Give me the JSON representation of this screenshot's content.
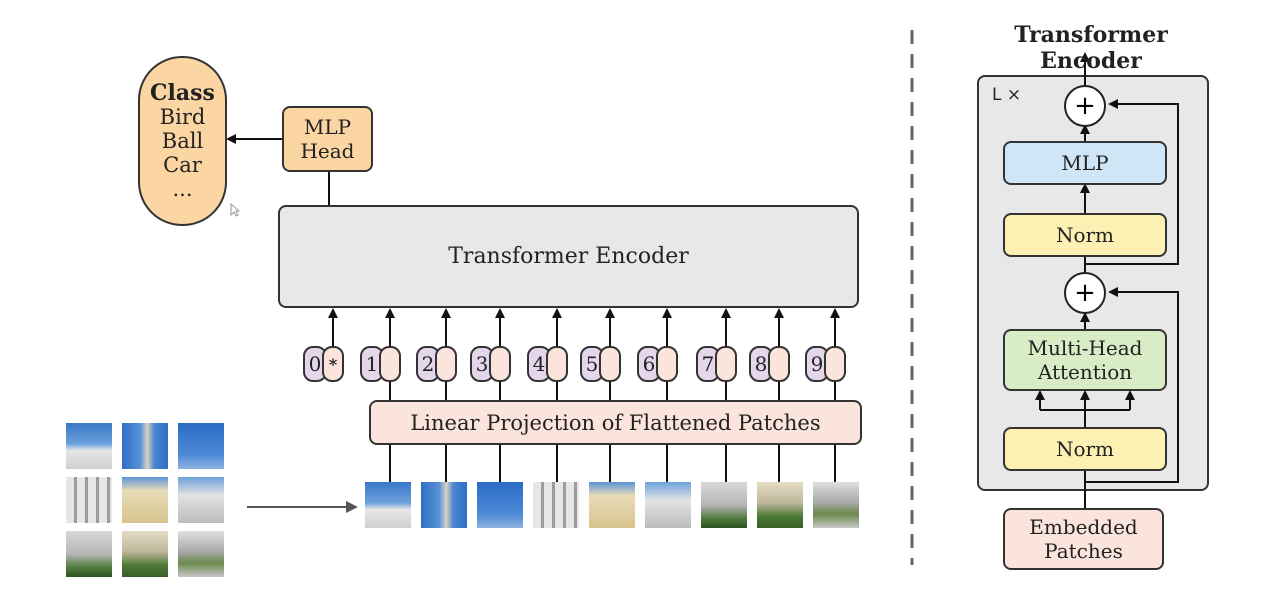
{
  "class_box": {
    "title": "Class",
    "items": [
      "Bird",
      "Ball",
      "Car",
      "..."
    ]
  },
  "mlp_head": {
    "line1": "MLP",
    "line2": "Head"
  },
  "transformer_encoder_label": "Transformer Encoder",
  "token_indices": [
    "0",
    "1",
    "2",
    "3",
    "4",
    "5",
    "6",
    "7",
    "8",
    "9"
  ],
  "cls_marker": "*",
  "linear_projection_label": "Linear Projection of Flattened Patches",
  "encoder_detail": {
    "title": "Transformer Encoder",
    "repeat_label": "L ×",
    "plus_symbol": "+",
    "mlp_label": "MLP",
    "norm_label": "Norm",
    "attention_line1": "Multi-Head",
    "attention_line2": "Attention",
    "embedded_line1": "Embedded",
    "embedded_line2": "Patches"
  },
  "colors": {
    "class_fill": "#fbd5a2",
    "mlp_head_fill": "#fbd5a2",
    "encoder_fill": "#e8e8e8",
    "projection_fill": "#fbe4dc",
    "token_index_fill": "#e4d7ec",
    "mlp_fill": "#cfe6f7",
    "norm_fill": "#fdf0b3",
    "attention_fill": "#d8ecc6",
    "embedded_fill": "#fbe4dc"
  }
}
